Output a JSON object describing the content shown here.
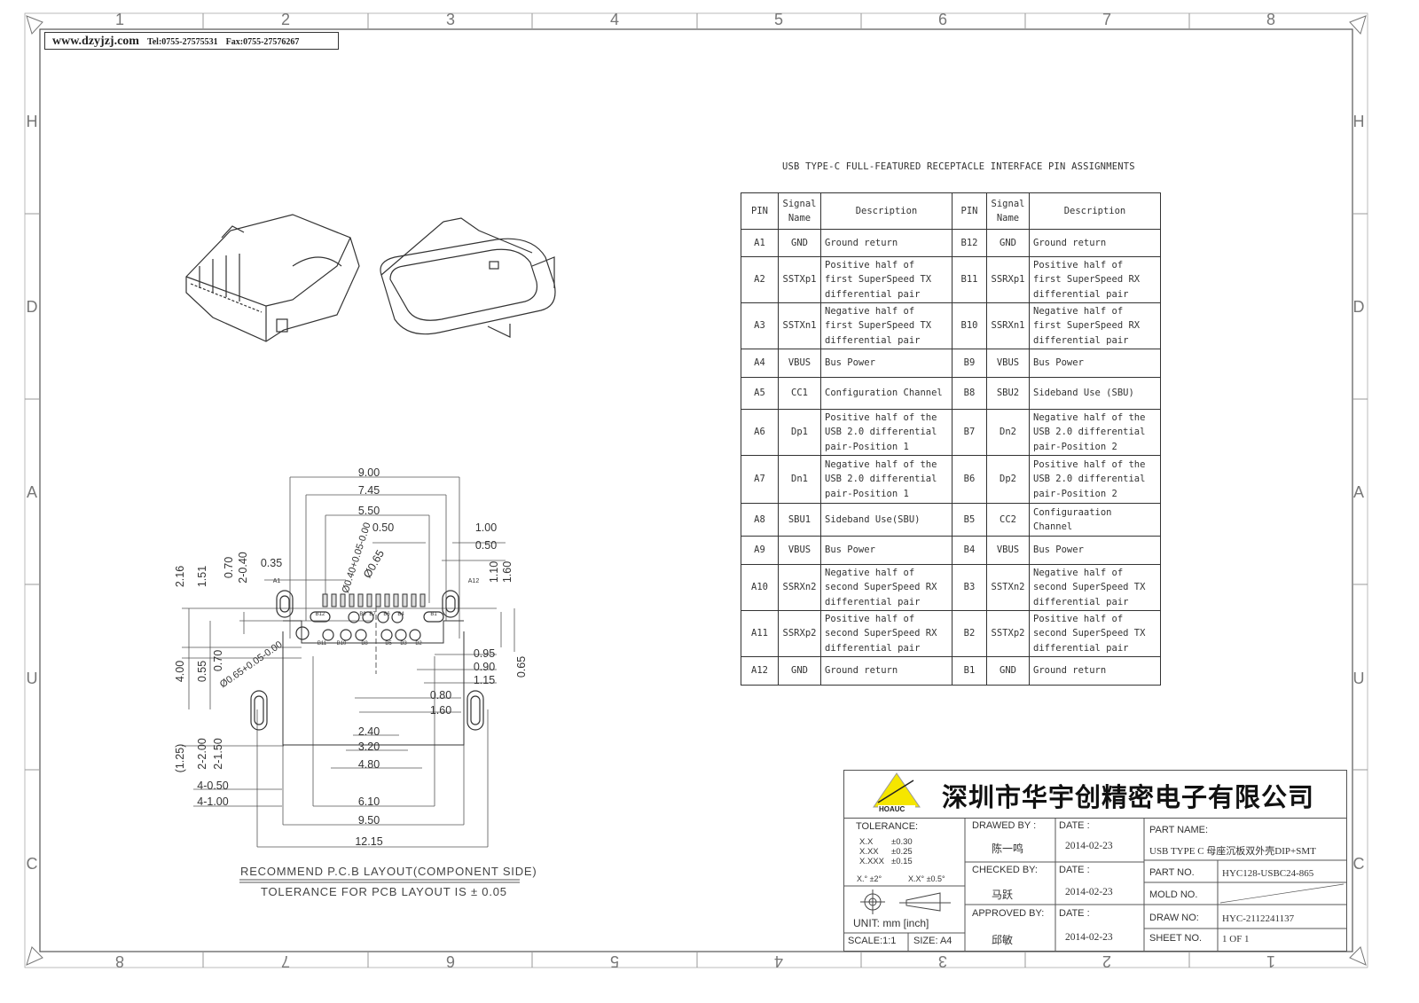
{
  "header": {
    "website": "www.dzyjzj.com",
    "tel": "Tel:0755-27575531",
    "fax": "Fax:0755-27576267"
  },
  "grid": {
    "top": [
      "1",
      "2",
      "3",
      "4",
      "5",
      "6",
      "7",
      "8"
    ],
    "bottom": [
      "8",
      "7",
      "6",
      "5",
      "4",
      "3",
      "2",
      "1"
    ],
    "sides": [
      "H",
      "D",
      "A",
      "U",
      "C"
    ]
  },
  "pin_table": {
    "title": "USB TYPE-C FULL-FEATURED RECEPTACLE INTERFACE PIN ASSIGNMENTS",
    "headers": [
      "PIN",
      "Signal Name",
      "Description",
      "PIN",
      "Signal Name",
      "Description"
    ],
    "rows": [
      [
        "A1",
        "GND",
        "Ground return",
        "B12",
        "GND",
        "Ground return"
      ],
      [
        "A2",
        "SSTXp1",
        "Positive half of first SuperSpeed TX differential pair",
        "B11",
        "SSRXp1",
        "Positive half of first SuperSpeed RX differential pair"
      ],
      [
        "A3",
        "SSTXn1",
        "Negative half of first SuperSpeed TX differential pair",
        "B10",
        "SSRXn1",
        "Negative half of first SuperSpeed RX differential pair"
      ],
      [
        "A4",
        "VBUS",
        "Bus Power",
        "B9",
        "VBUS",
        "Bus Power"
      ],
      [
        "A5",
        "CC1",
        "Configuration Channel",
        "B8",
        "SBU2",
        "Sideband Use (SBU)"
      ],
      [
        "A6",
        "Dp1",
        "Positive half of the USB 2.0 differential pair-Position 1",
        "B7",
        "Dn2",
        "Negative half of the USB 2.0 differential pair-Position 2"
      ],
      [
        "A7",
        "Dn1",
        "Negative half of the USB 2.0 differential pair-Position 1",
        "B6",
        "Dp2",
        "Positive half of the USB 2.0 differential pair-Position 2"
      ],
      [
        "A8",
        "SBU1",
        "Sideband Use(SBU)",
        "B5",
        "CC2",
        "Configuraation Channel"
      ],
      [
        "A9",
        "VBUS",
        "Bus Power",
        "B4",
        "VBUS",
        "Bus Power"
      ],
      [
        "A10",
        "SSRXn2",
        "Negative half of second SuperSpeed RX differential pair",
        "B3",
        "SSTXn2",
        "Negative half of second SuperSpeed TX differential pair"
      ],
      [
        "A11",
        "SSRXp2",
        "Positive half of second SuperSpeed RX differential pair",
        "B2",
        "SSTXp2",
        "Positive half of second SuperSpeed TX differential pair"
      ],
      [
        "A12",
        "GND",
        "Ground return",
        "B1",
        "GND",
        "Ground return"
      ]
    ]
  },
  "pcb": {
    "dims": [
      "9.00",
      "7.45",
      "5.50",
      "0.50",
      "1.00",
      "0.50",
      "0.35",
      "2.16",
      "1.51",
      "0.70",
      "2-0.40",
      "Ø0.40+0.05-0.00",
      "Ø0.65",
      "A1",
      "A12",
      "1.10",
      "1.60",
      "0.95",
      "0.90",
      "1.15",
      "0.65",
      "4.00",
      "0.55",
      "0.70",
      "Ø0.65+0.05-0.00",
      "0.80",
      "1.60",
      "2.40",
      "3.20",
      "4.80",
      "(1.25)",
      "2-2.00",
      "2-1.50",
      "4-0.50",
      "4-1.00",
      "6.10",
      "9.50",
      "12.15"
    ],
    "pin_labels": [
      "B12",
      "B9",
      "B7",
      "B6",
      "B4",
      "B1",
      "B11",
      "B10",
      "B8",
      "B5",
      "B3",
      "B2"
    ],
    "caption": "RECOMMEND P.C.B LAYOUT(COMPONENT SIDE)",
    "tolerance_note": "TOLERANCE FOR PCB LAYOUT IS ± 0.05"
  },
  "title_block": {
    "logo_text": "HOAUC",
    "company": "深圳市华宇创精密电子有限公司",
    "tolerance_label": "TOLERANCE:",
    "tolerances": [
      [
        "X.X",
        "±0.30"
      ],
      [
        "X.XX",
        "±0.25"
      ],
      [
        "X.XXX",
        "±0.15"
      ]
    ],
    "angle_tolerances": [
      "X.° ±2°",
      "X.X° ±0.5°"
    ],
    "unit": "UNIT:  mm  [inch]",
    "scale": "SCALE:1:1",
    "size": "SIZE: A4",
    "drawed_by_label": "DRAWED BY :",
    "drawed_by": "陈一鸣",
    "checked_by_label": "CHECKED BY:",
    "checked_by": "马跃",
    "approved_by_label": "APPROVED BY:",
    "approved_by": "邱敏",
    "date_label": "DATE :",
    "dates": [
      "2014-02-23",
      "2014-02-23",
      "2014-02-23"
    ],
    "part_name_label": "PART  NAME:",
    "part_name": "USB TYPE C 母座沉板双外壳DIP+SMT",
    "part_no_label": "PART  NO.",
    "part_no": "HYC128-USBC24-865",
    "mold_no_label": "MOLD  NO.",
    "draw_no_label": "DRAW  NO:",
    "draw_no": "HYC-2112241137",
    "sheet_no_label": "SHEET  NO.",
    "sheet_no": "1 OF 1"
  }
}
